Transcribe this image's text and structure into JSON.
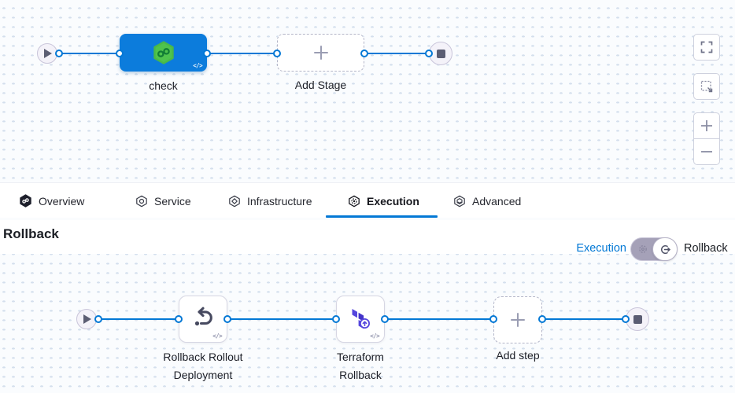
{
  "colors": {
    "accent_blue": "#0278d5",
    "stage_blue": "#0c7cdc",
    "harness_green": "#4fc34d",
    "terraform_purple": "#5546dd"
  },
  "top_pipeline": {
    "stage_label": "check",
    "add_stage_label": "Add Stage",
    "code_glyph": "</>"
  },
  "tabs": {
    "items": [
      {
        "label": "Overview",
        "icon": "harness-logo-icon",
        "active": false
      },
      {
        "label": "Service",
        "icon": "service-hexagon-icon",
        "active": false
      },
      {
        "label": "Infrastructure",
        "icon": "infrastructure-hexagon-icon",
        "active": false
      },
      {
        "label": "Execution",
        "icon": "execution-hexagon-icon",
        "active": true
      },
      {
        "label": "Advanced",
        "icon": "advanced-hexagon-icon",
        "active": false
      }
    ]
  },
  "rollback_section": {
    "heading": "Rollback",
    "execution_link_label": "Execution",
    "rollback_toggle_label": "Rollback",
    "steps": [
      {
        "label": "Rollback Rollout Deployment",
        "icon": "rollback-arrow-icon"
      },
      {
        "label": "Terraform Rollback",
        "icon": "terraform-icon"
      }
    ],
    "add_step_label": "Add step",
    "code_glyph": "</>"
  },
  "zoom_controls": {
    "buttons": [
      "fullscreen",
      "marquee-select",
      "zoom-in",
      "zoom-out"
    ]
  }
}
